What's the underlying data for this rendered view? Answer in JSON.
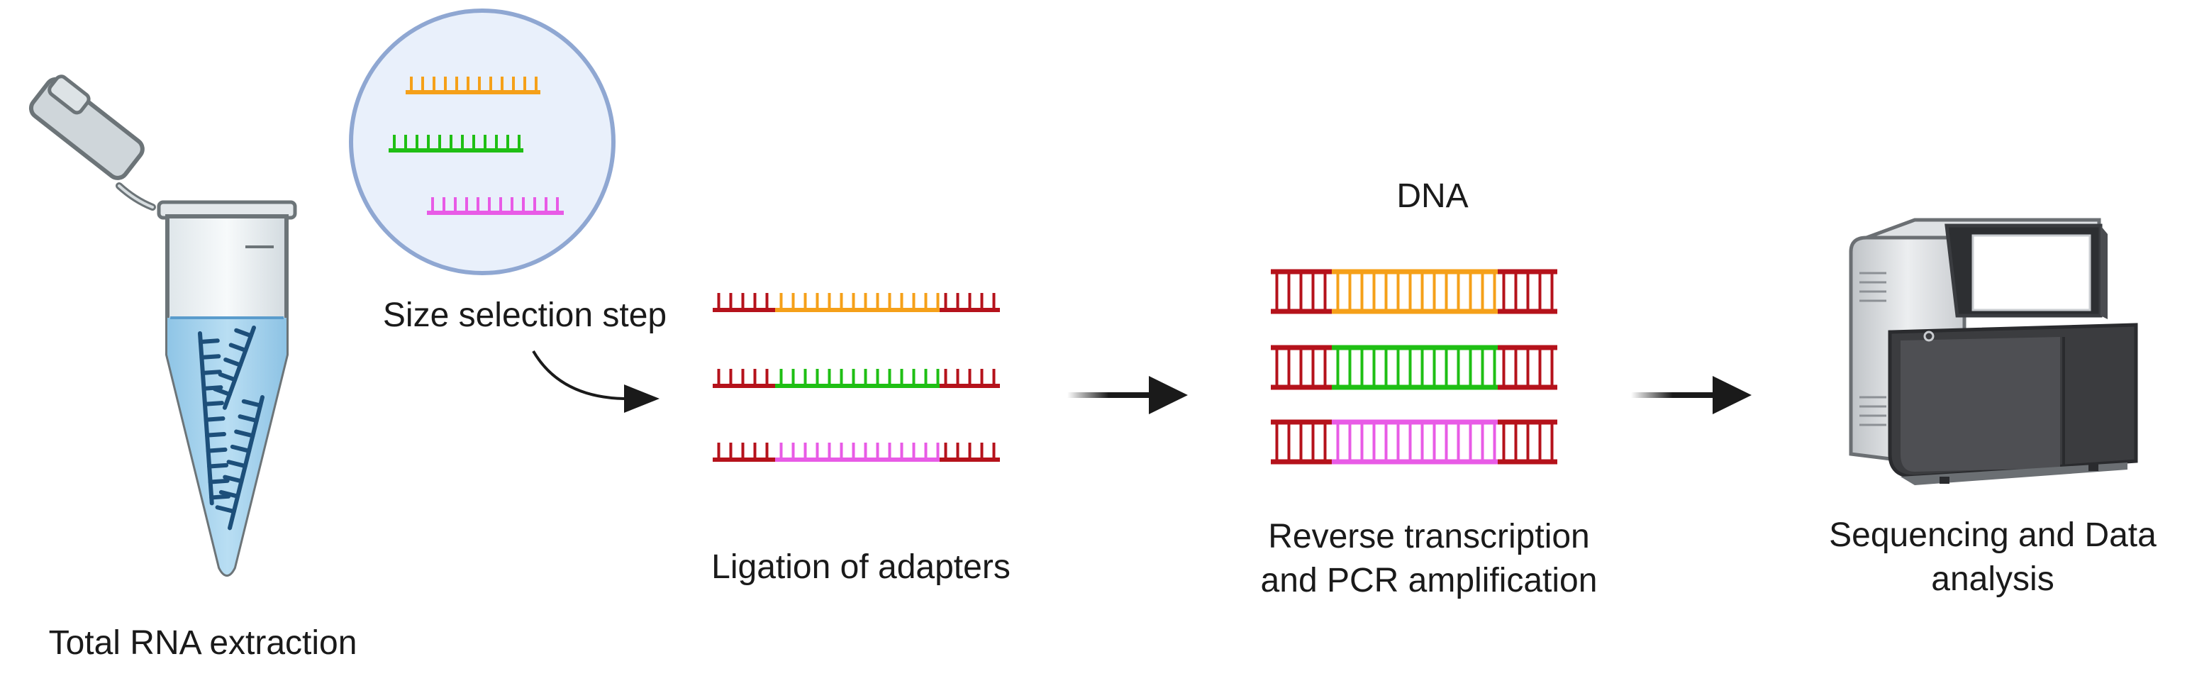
{
  "labels": {
    "total_rna": "Total RNA extraction",
    "size_selection": "Size selection step",
    "ligation": "Ligation of adapters",
    "dna": "DNA",
    "rt_pcr_line1": "Reverse transcription",
    "rt_pcr_line2": "and PCR amplification",
    "seq_line1": "Sequencing and Data",
    "seq_line2": "analysis"
  },
  "colors": {
    "adapter": "#b5121b",
    "fragment_orange": "#f5a019",
    "fragment_green": "#1fbf14",
    "fragment_magenta": "#e85be6",
    "rna_strand": "#1d4f7a",
    "tube_liquid": "#a9d4ee",
    "circle_fill": "#e9f0fb",
    "circle_stroke": "#8fa7d2",
    "arrow": "#1a1a1a"
  },
  "icons": {
    "tube": "microcentrifuge-tube-icon",
    "zoom_circle": "magnified-rna-fragments-icon",
    "sequencer": "sequencing-machine-icon"
  }
}
